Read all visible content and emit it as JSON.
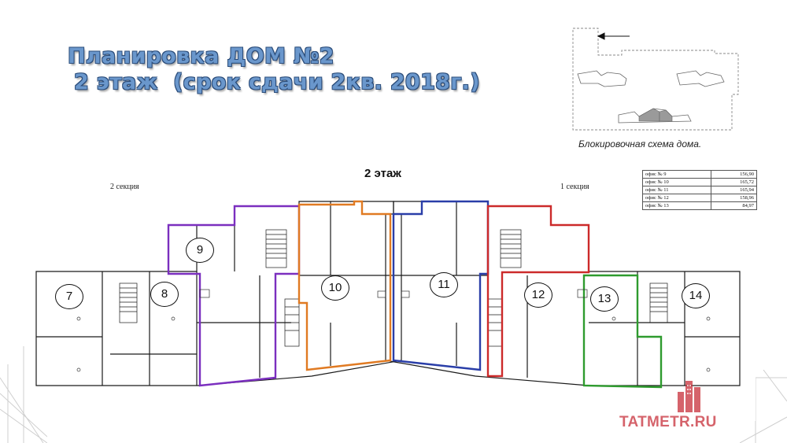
{
  "slide": {
    "title_line1": "Планировка ДОМ №2",
    "title_line2": "2 этаж  (срок сдачи 2кв. 2018г.)"
  },
  "block_scheme": {
    "caption": "Блокировочная схема дома."
  },
  "floor_plan": {
    "heading": "2 этаж",
    "section_left": "2 секция",
    "section_right": "1 секция",
    "rooms": [
      {
        "number": "7"
      },
      {
        "number": "8"
      },
      {
        "number": "9"
      },
      {
        "number": "10"
      },
      {
        "number": "11"
      },
      {
        "number": "12"
      },
      {
        "number": "13"
      },
      {
        "number": "14"
      }
    ],
    "highlight_colors": {
      "office_9": "#7b2fbf",
      "office_10": "#e07a22",
      "office_11": "#2a3ea8",
      "office_12": "#cc2a2a",
      "office_13": "#2e9b2e"
    }
  },
  "offices_table": {
    "rows": [
      {
        "label": "офис № 9",
        "value": "156,90"
      },
      {
        "label": "офис № 10",
        "value": "165,72"
      },
      {
        "label": "офис № 11",
        "value": "165,94"
      },
      {
        "label": "офис № 12",
        "value": "158,96"
      },
      {
        "label": "офис № 13",
        "value": "84,97"
      }
    ]
  },
  "watermark": {
    "text": "TATMETR.RU",
    "logo_color": "#c8303a"
  }
}
